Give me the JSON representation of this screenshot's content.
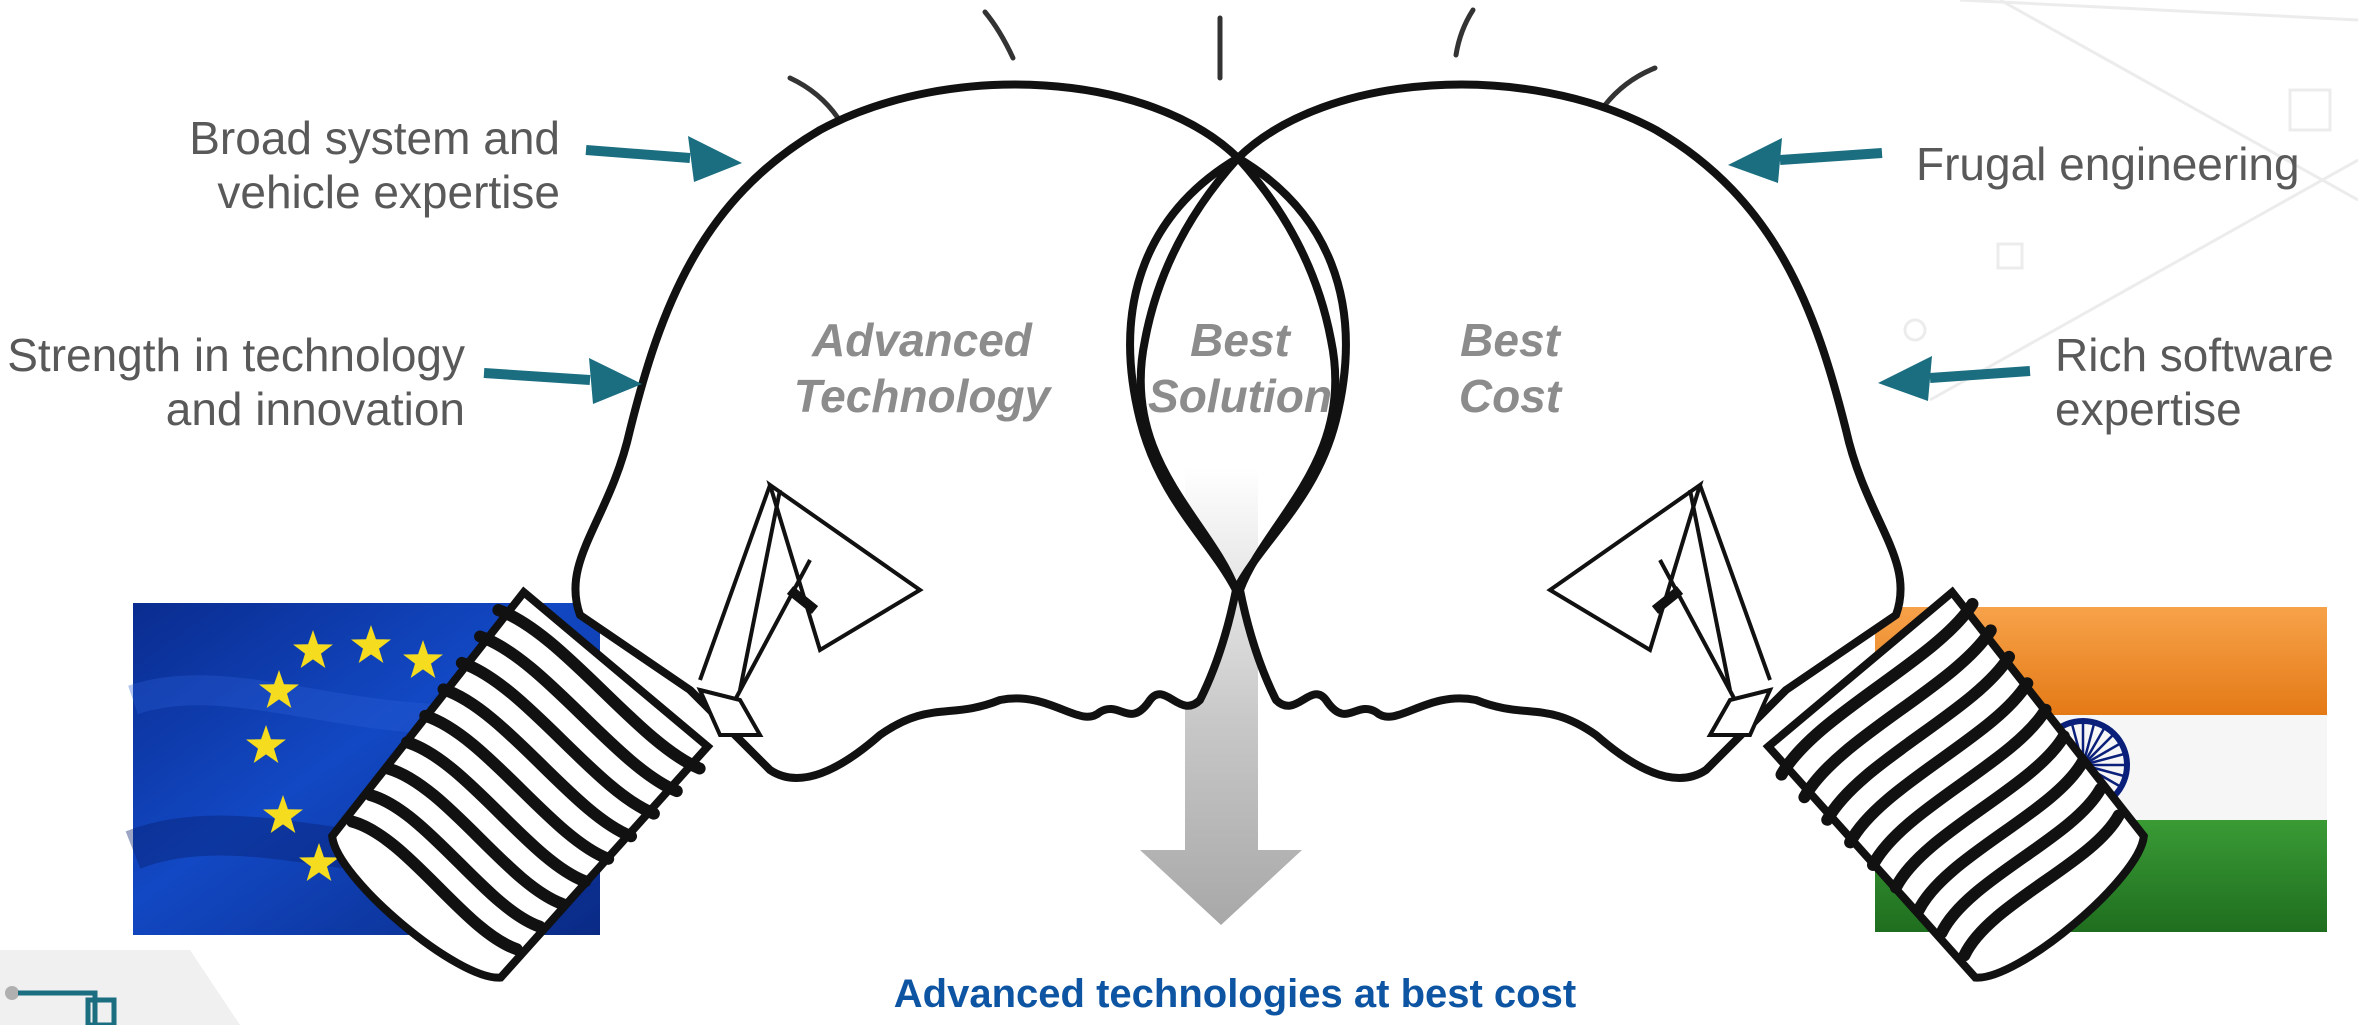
{
  "labels": {
    "left_top": [
      "Broad system and",
      "vehicle expertise"
    ],
    "left_bottom": [
      "Strength in technology",
      "and innovation"
    ],
    "right_top": [
      "Frugal engineering"
    ],
    "right_bottom": [
      "Rich software",
      "expertise"
    ]
  },
  "bulbs": {
    "left": [
      "Advanced",
      "Technology"
    ],
    "center": [
      "Best",
      "Solution"
    ],
    "right": [
      "Best",
      "Cost"
    ]
  },
  "caption": "Advanced technologies at best cost",
  "colors": {
    "arrow": "#1a6e80",
    "label_text": "#595959",
    "bulb_text": "#8c8c8c",
    "caption": "#0d55a3",
    "eu_blue": "#0b3aa8",
    "eu_star": "#f5dc1e",
    "india_saffron": "#f08a24",
    "india_green": "#2b8a2a",
    "india_chakra": "#0a1f7a"
  },
  "icons": [
    "eu-flag",
    "india-flag",
    "lightbulb-left",
    "lightbulb-right",
    "down-arrow-icon"
  ]
}
